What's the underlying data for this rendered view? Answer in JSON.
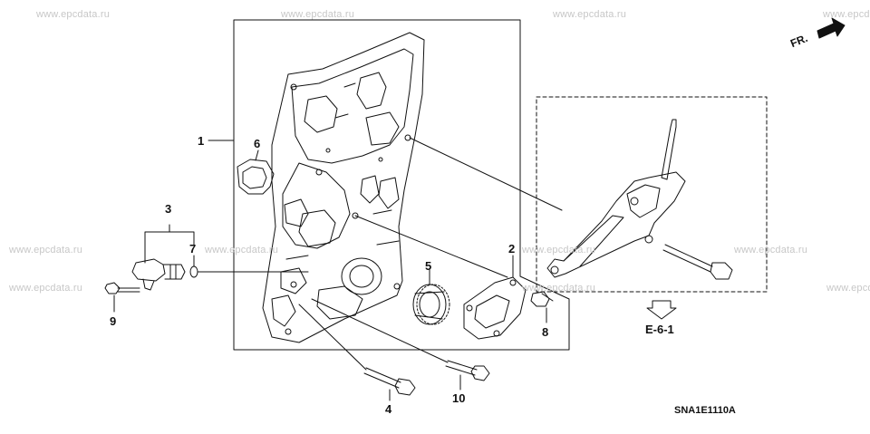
{
  "watermark": "www.epcdata.ru",
  "direction_label": "FR.",
  "reference_label": "E-6-1",
  "diagram_code": "SNA1E1110A",
  "callouts": [
    {
      "id": "1",
      "label": "1"
    },
    {
      "id": "2",
      "label": "2"
    },
    {
      "id": "3",
      "label": "3"
    },
    {
      "id": "4",
      "label": "4"
    },
    {
      "id": "5",
      "label": "5"
    },
    {
      "id": "6",
      "label": "6"
    },
    {
      "id": "7",
      "label": "7"
    },
    {
      "id": "8",
      "label": "8"
    },
    {
      "id": "9",
      "label": "9"
    },
    {
      "id": "10",
      "label": "10"
    }
  ]
}
